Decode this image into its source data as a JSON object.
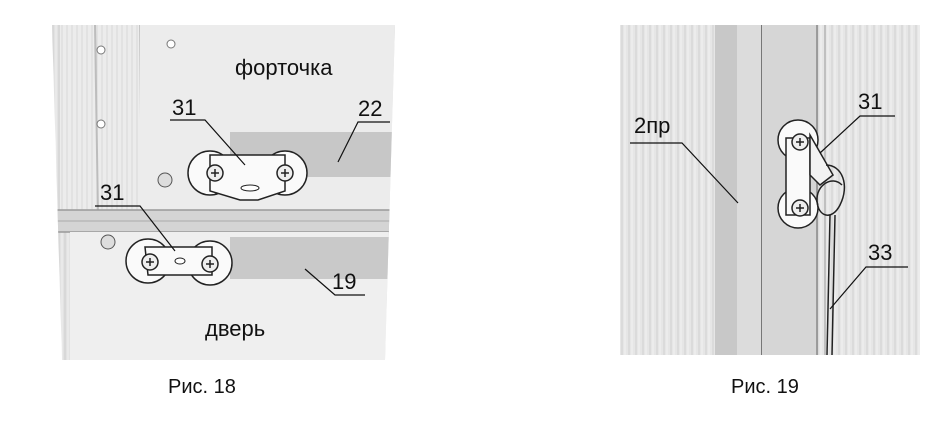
{
  "figures": [
    {
      "caption": "Рис. 18",
      "labels": {
        "top_panel": "форточка",
        "bottom_panel": "дверь",
        "callout_31_upper": "31",
        "callout_22": "22",
        "callout_31_lower": "31",
        "callout_19": "19"
      }
    },
    {
      "caption": "Рис. 19",
      "labels": {
        "callout_2pr": "2пр",
        "callout_31": "31",
        "callout_33": "33"
      }
    }
  ]
}
